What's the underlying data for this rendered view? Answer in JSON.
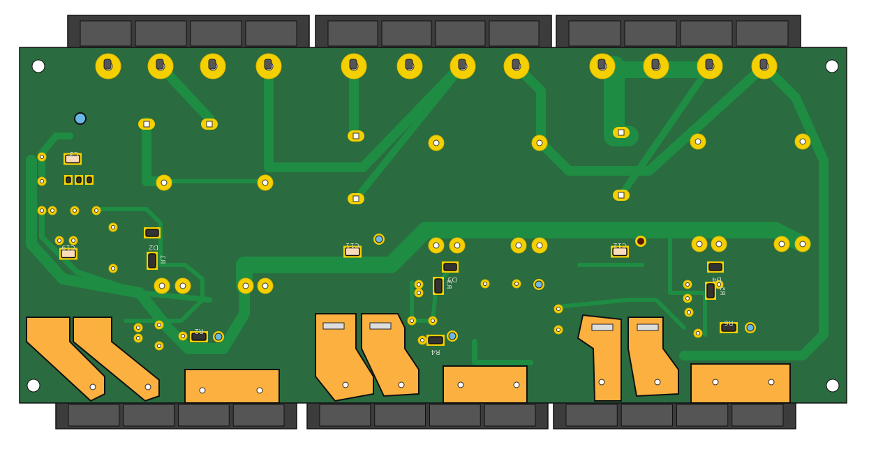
{
  "board": {
    "title": "PCB bottom view",
    "colors": {
      "board": "#2a6b3f",
      "trace": "#1e8c43",
      "pad": "#f5d000",
      "connector": "#fbb040",
      "terminal": "#3a3a3a"
    }
  },
  "silkscreen": {
    "c3": "C3",
    "c19": "C19",
    "d2": "D2",
    "r1": "R1",
    "r2": "R2",
    "c11": "C11",
    "d3": "D3",
    "r3": "R3",
    "r4": "R4",
    "c12": "C12",
    "d4": "D4",
    "r5": "R5",
    "r6": "R6"
  }
}
